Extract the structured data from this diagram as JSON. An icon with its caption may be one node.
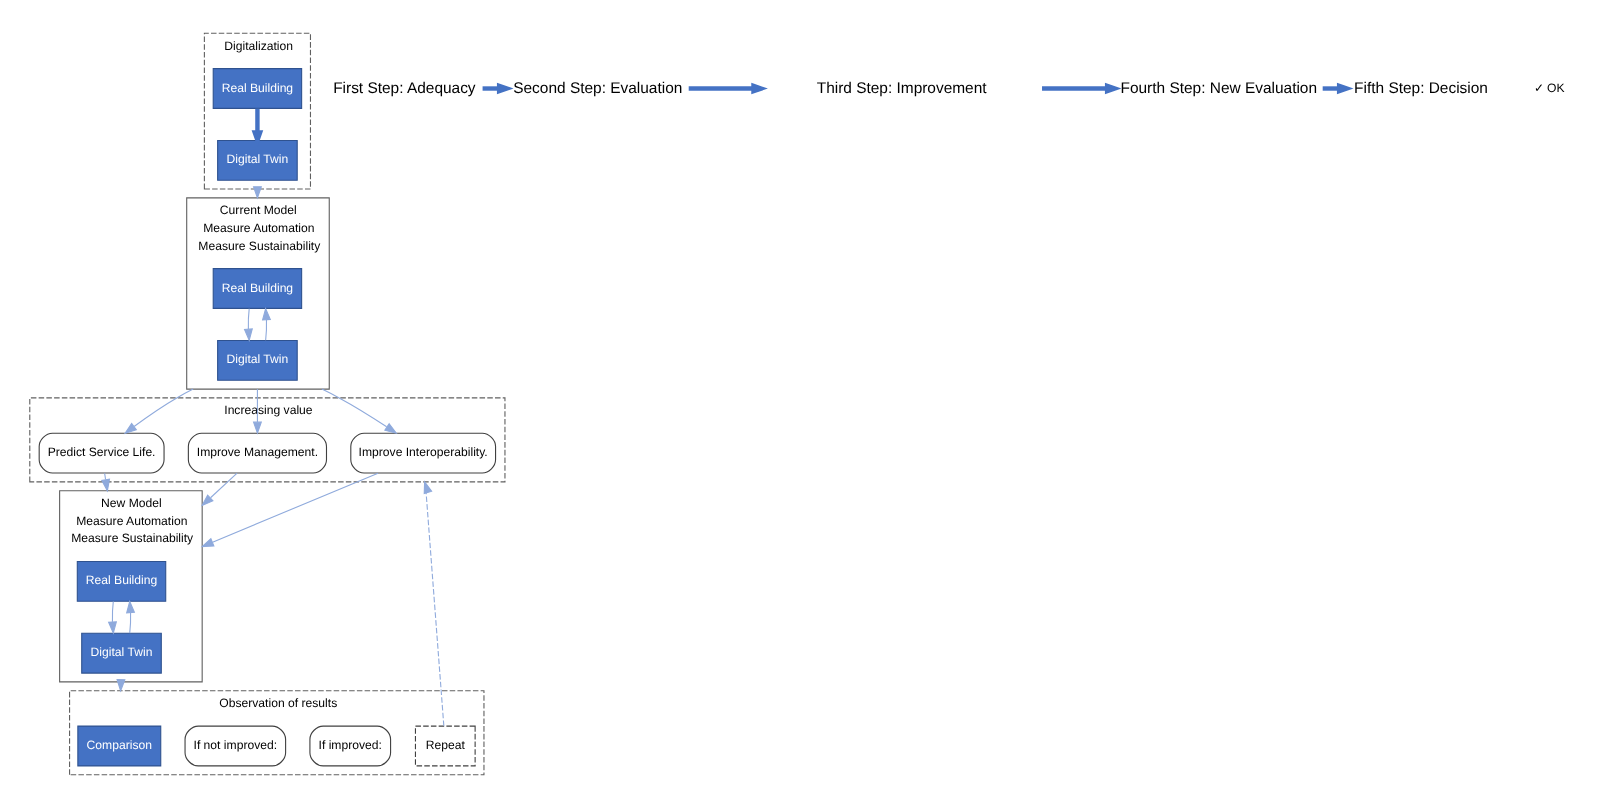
{
  "diagram": {
    "nodes": [
      {
        "text": [
          "Digitalization"
        ]
      },
      {
        "text": [
          "Real Building"
        ],
        "in": 0
      },
      {
        "text": [
          "Digital Twin"
        ],
        "in": 0
      },
      {
        "text": [
          "Current Model",
          "Measure Automation",
          "Measure Sustainability"
        ]
      },
      {
        "text": [
          "Real Building"
        ],
        "in": 3
      },
      {
        "text": [
          "Digital Twin"
        ],
        "in": 3
      },
      {
        "text": [
          "Increasing value"
        ]
      },
      {
        "text": [
          "Improve Interoperability."
        ],
        "in": 6
      },
      {
        "text": [
          "Improve Management."
        ],
        "in": 6
      },
      {
        "text": [
          "Predict Service Life."
        ],
        "in": 6
      },
      {
        "text": [
          "Observation of results"
        ]
      },
      {
        "text": [
          "Comparison"
        ],
        "in": 10
      },
      {
        "text": [
          "If improved:"
        ],
        "in": 10
      },
      {
        "text": [
          "If not improved:"
        ],
        "in": 10
      },
      {
        "text": [
          "Repeat"
        ],
        "in": 10
      },
      {
        "text": [
          "New Model",
          "Measure Automation",
          "Measure Sustainability"
        ]
      },
      {
        "text": [
          "Real Building"
        ],
        "in": 15
      },
      {
        "text": [
          "Digital Twin"
        ],
        "in": 15
      },
      {
        "text": [
          "First Step: Adequacy"
        ]
      },
      {
        "text": [
          "Second Step: Evaluation"
        ]
      },
      {
        "text": [
          "Third Step: Improvement"
        ]
      },
      {
        "text": [
          "Fourth Step: New Evaluation"
        ]
      },
      {
        "text": [
          "Fifth Step: Decision"
        ]
      }
    ],
    "edges": [
      {
        "from": 18,
        "to": 19,
        "arrow": "to",
        "style": "thick",
        "color": "#4472c4"
      },
      {
        "from": 19,
        "to": null,
        "arrow": "to",
        "style": "thick",
        "color": "#4472c4"
      },
      {
        "from": 1,
        "to": 2,
        "arrow": "to",
        "style": "thick",
        "color": "#4472c4"
      },
      {
        "from": 0,
        "to": 3,
        "arrow": "to"
      },
      {
        "from": 5,
        "to": 4,
        "arrow": "to"
      },
      {
        "from": 4,
        "to": 5,
        "arrow": "to"
      },
      {
        "from": 3,
        "to": 7,
        "arrow": "to"
      },
      {
        "from": 3,
        "to": 8,
        "arrow": "to"
      },
      {
        "from": 3,
        "to": 9,
        "arrow": "to"
      },
      {
        "from": 7,
        "to": 15,
        "arrow": "to"
      },
      {
        "from": 8,
        "to": 15,
        "arrow": "to"
      },
      {
        "from": 9,
        "to": 15,
        "arrow": "to"
      },
      {
        "from": 17,
        "to": 16,
        "arrow": "to"
      },
      {
        "from": 16,
        "to": 17,
        "arrow": "to"
      },
      {
        "from": 15,
        "to": 10,
        "arrow": "to"
      },
      {
        "from": 14,
        "to": 6,
        "arrow": "to",
        "style": "dashed"
      },
      {
        "from": null,
        "to": 21,
        "arrow": "to",
        "style": "thick",
        "color": "#4472c4"
      },
      {
        "from": 21,
        "to": 22,
        "arrow": "to",
        "style": "thick",
        "color": "#4472c4"
      }
    ],
    "labels": [
      "✓ OK"
    ]
  }
}
